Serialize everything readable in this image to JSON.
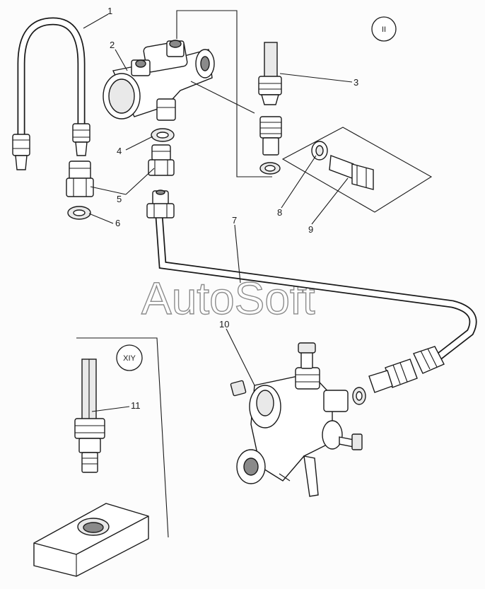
{
  "diagram": {
    "watermark": "AutoSoft",
    "sections": {
      "main": "II",
      "inset": "XIY"
    },
    "callouts": [
      {
        "id": "1",
        "text": "1"
      },
      {
        "id": "2",
        "text": "2"
      },
      {
        "id": "3",
        "text": "3"
      },
      {
        "id": "4",
        "text": "4"
      },
      {
        "id": "5",
        "text": "5"
      },
      {
        "id": "6",
        "text": "6"
      },
      {
        "id": "7",
        "text": "7"
      },
      {
        "id": "8",
        "text": "8"
      },
      {
        "id": "9",
        "text": "9"
      },
      {
        "id": "10",
        "text": "10"
      },
      {
        "id": "11",
        "text": "11"
      }
    ]
  }
}
